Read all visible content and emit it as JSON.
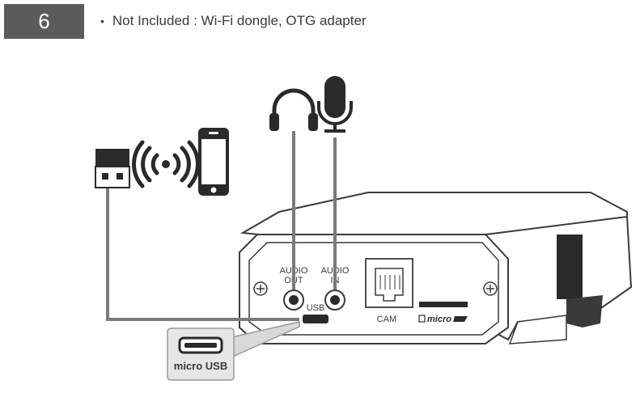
{
  "step": {
    "number": "6"
  },
  "note": {
    "bullet": "•",
    "text": "Not Included : Wi-Fi dongle, OTG adapter"
  },
  "device": {
    "ports": {
      "audio_out": "AUDIO\nOUT",
      "audio_out_l1": "AUDIO",
      "audio_out_l2": "OUT",
      "audio_in_l1": "AUDIO",
      "audio_in_l2": "IN",
      "usb": "USB",
      "cam": "CAM",
      "micro_sd": "micro"
    }
  },
  "callout": {
    "label": "micro USB"
  },
  "icons": [
    "usb-dongle-icon",
    "wifi-signal-icon",
    "smartphone-icon",
    "headphones-icon",
    "microphone-icon"
  ]
}
